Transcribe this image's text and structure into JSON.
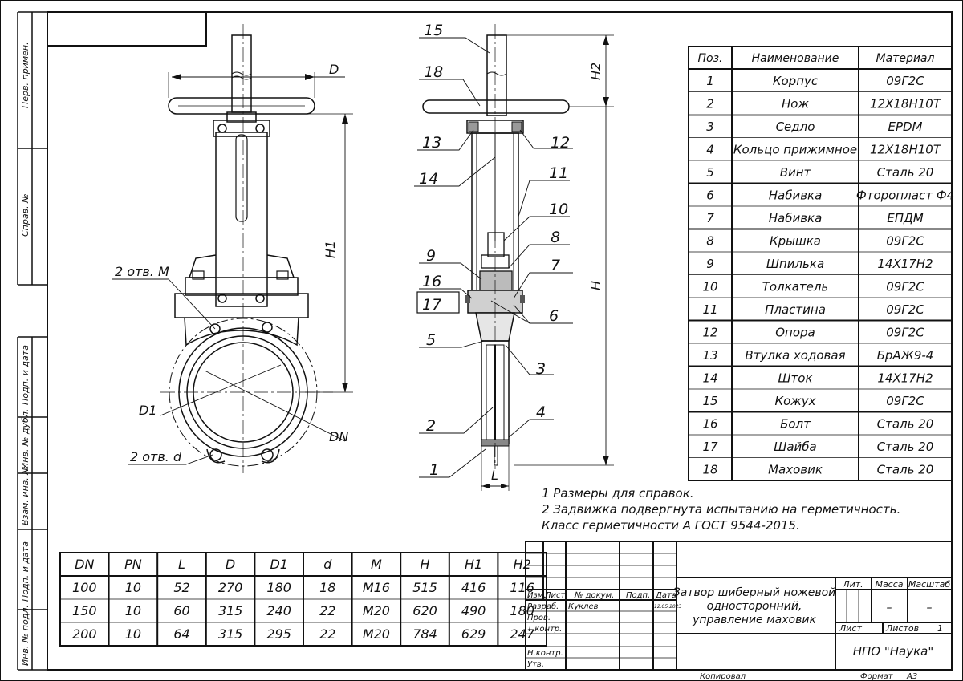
{
  "side_stamps": [
    "Перв. примен.",
    "Справ. №",
    "Подп. и дата",
    "Инв. № дубл.",
    "Взам. инв. №",
    "Подп. и дата",
    "Инв. № подл."
  ],
  "callouts": [
    "15",
    "18",
    "13",
    "12",
    "14",
    "11",
    "10",
    "8",
    "9",
    "16",
    "17",
    "7",
    "6",
    "5",
    "3",
    "2",
    "4",
    "1"
  ],
  "dims": {
    "D": "D",
    "H1": "H1",
    "H2": "H2",
    "H": "H",
    "L": "L",
    "D1": "D1",
    "DN": "DN",
    "holes_M": "2 отв. M",
    "holes_d": "2 отв. d"
  },
  "spec": {
    "headers": [
      "Поз.",
      "Наименование",
      "Материал"
    ],
    "rows": [
      [
        "1",
        "Корпус",
        "09Г2С"
      ],
      [
        "2",
        "Нож",
        "12Х18Н10Т"
      ],
      [
        "3",
        "Седло",
        "EPDM"
      ],
      [
        "4",
        "Кольцо прижимное",
        "12Х18Н10Т"
      ],
      [
        "5",
        "Винт",
        "Сталь 20"
      ],
      [
        "6",
        "Набивка",
        "Фторопласт Ф4"
      ],
      [
        "7",
        "Набивка",
        "ЕПДМ"
      ],
      [
        "8",
        "Крышка",
        "09Г2С"
      ],
      [
        "9",
        "Шпилька",
        "14Х17Н2"
      ],
      [
        "10",
        "Толкатель",
        "09Г2С"
      ],
      [
        "11",
        "Пластина",
        "09Г2С"
      ],
      [
        "12",
        "Опора",
        "09Г2С"
      ],
      [
        "13",
        "Втулка ходовая",
        "БрАЖ9-4"
      ],
      [
        "14",
        "Шток",
        "14Х17Н2"
      ],
      [
        "15",
        "Кожух",
        "09Г2С"
      ],
      [
        "16",
        "Болт",
        "Сталь 20"
      ],
      [
        "17",
        "Шайба",
        "Сталь 20"
      ],
      [
        "18",
        "Маховик",
        "Сталь 20"
      ]
    ]
  },
  "notes": [
    "1 Размеры для справок.",
    "2 Задвижка подвергнута испытанию на герметичность.",
    "Класс герметичности А ГОСТ 9544-2015."
  ],
  "dim_table": {
    "headers": [
      "DN",
      "PN",
      "L",
      "D",
      "D1",
      "d",
      "M",
      "H",
      "H1",
      "H2"
    ],
    "rows": [
      [
        "100",
        "10",
        "52",
        "270",
        "180",
        "18",
        "M16",
        "515",
        "416",
        "116"
      ],
      [
        "150",
        "10",
        "60",
        "315",
        "240",
        "22",
        "M20",
        "620",
        "490",
        "180"
      ],
      [
        "200",
        "10",
        "64",
        "315",
        "295",
        "22",
        "M20",
        "784",
        "629",
        "247"
      ]
    ]
  },
  "title_block": {
    "col_headers": [
      "Изм.",
      "Лист",
      "№ докум.",
      "Подп.",
      "Дата"
    ],
    "razrab_label": "Разраб.",
    "razrab_name": "Куклев",
    "date_val": "12.05.2023",
    "prov_label": "Пров.",
    "tkontr_label": "Т.контр.",
    "nkontr_label": "Н.контр.",
    "utv_label": "Утв.",
    "title_lines": [
      "Затвор шиберный ножевой",
      "односторонний,",
      "управление маховик"
    ],
    "lit_label": "Лит.",
    "mass_label": "Масса",
    "scale_label": "Масштаб",
    "mass_val": "–",
    "scale_val": "–",
    "sheet_label": "Лист",
    "sheets_label": "Листов",
    "sheets_val": "1",
    "org": "НПО \"Наука\"",
    "copied_label": "Копировал",
    "format_label": "Формат",
    "format_val": "А3"
  }
}
